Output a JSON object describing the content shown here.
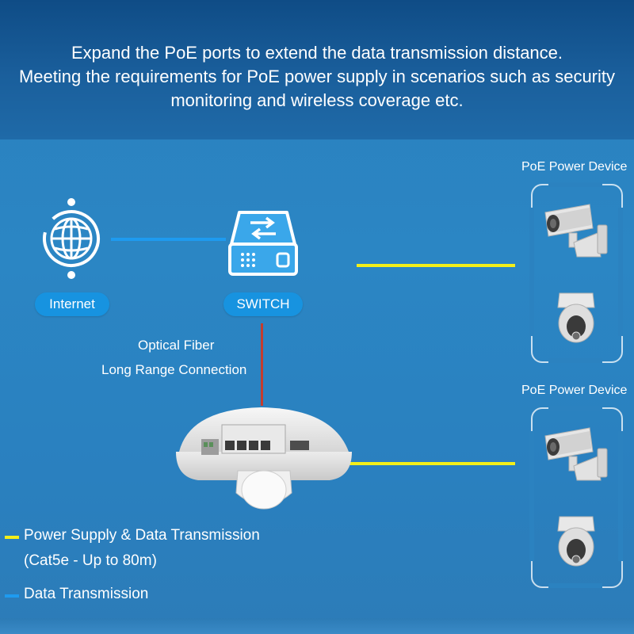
{
  "header": {
    "line1": "Expand the PoE ports to extend the data transmission distance.",
    "line2": "Meeting the requirements for PoE power supply in scenarios such as security",
    "line3": "monitoring and wireless coverage etc."
  },
  "nodes": {
    "internet_label": "Internet",
    "switch_label": "SWITCH",
    "fiber_label_line1": "Optical Fiber",
    "fiber_label_line2": "Long Range Connection",
    "poe_group_top": "PoE Power Device",
    "poe_group_bottom": "PoE Power Device"
  },
  "legend": {
    "yellow_line1": "Power Supply & Data Transmission",
    "yellow_line2": "(Cat5e - Up to 80m)",
    "blue": "Data Transmission"
  },
  "colors": {
    "power_data_line": "#f2ef1a",
    "data_line": "#1e9bf0",
    "fiber_line": "#c43c2e",
    "pill": "#1793e0"
  }
}
